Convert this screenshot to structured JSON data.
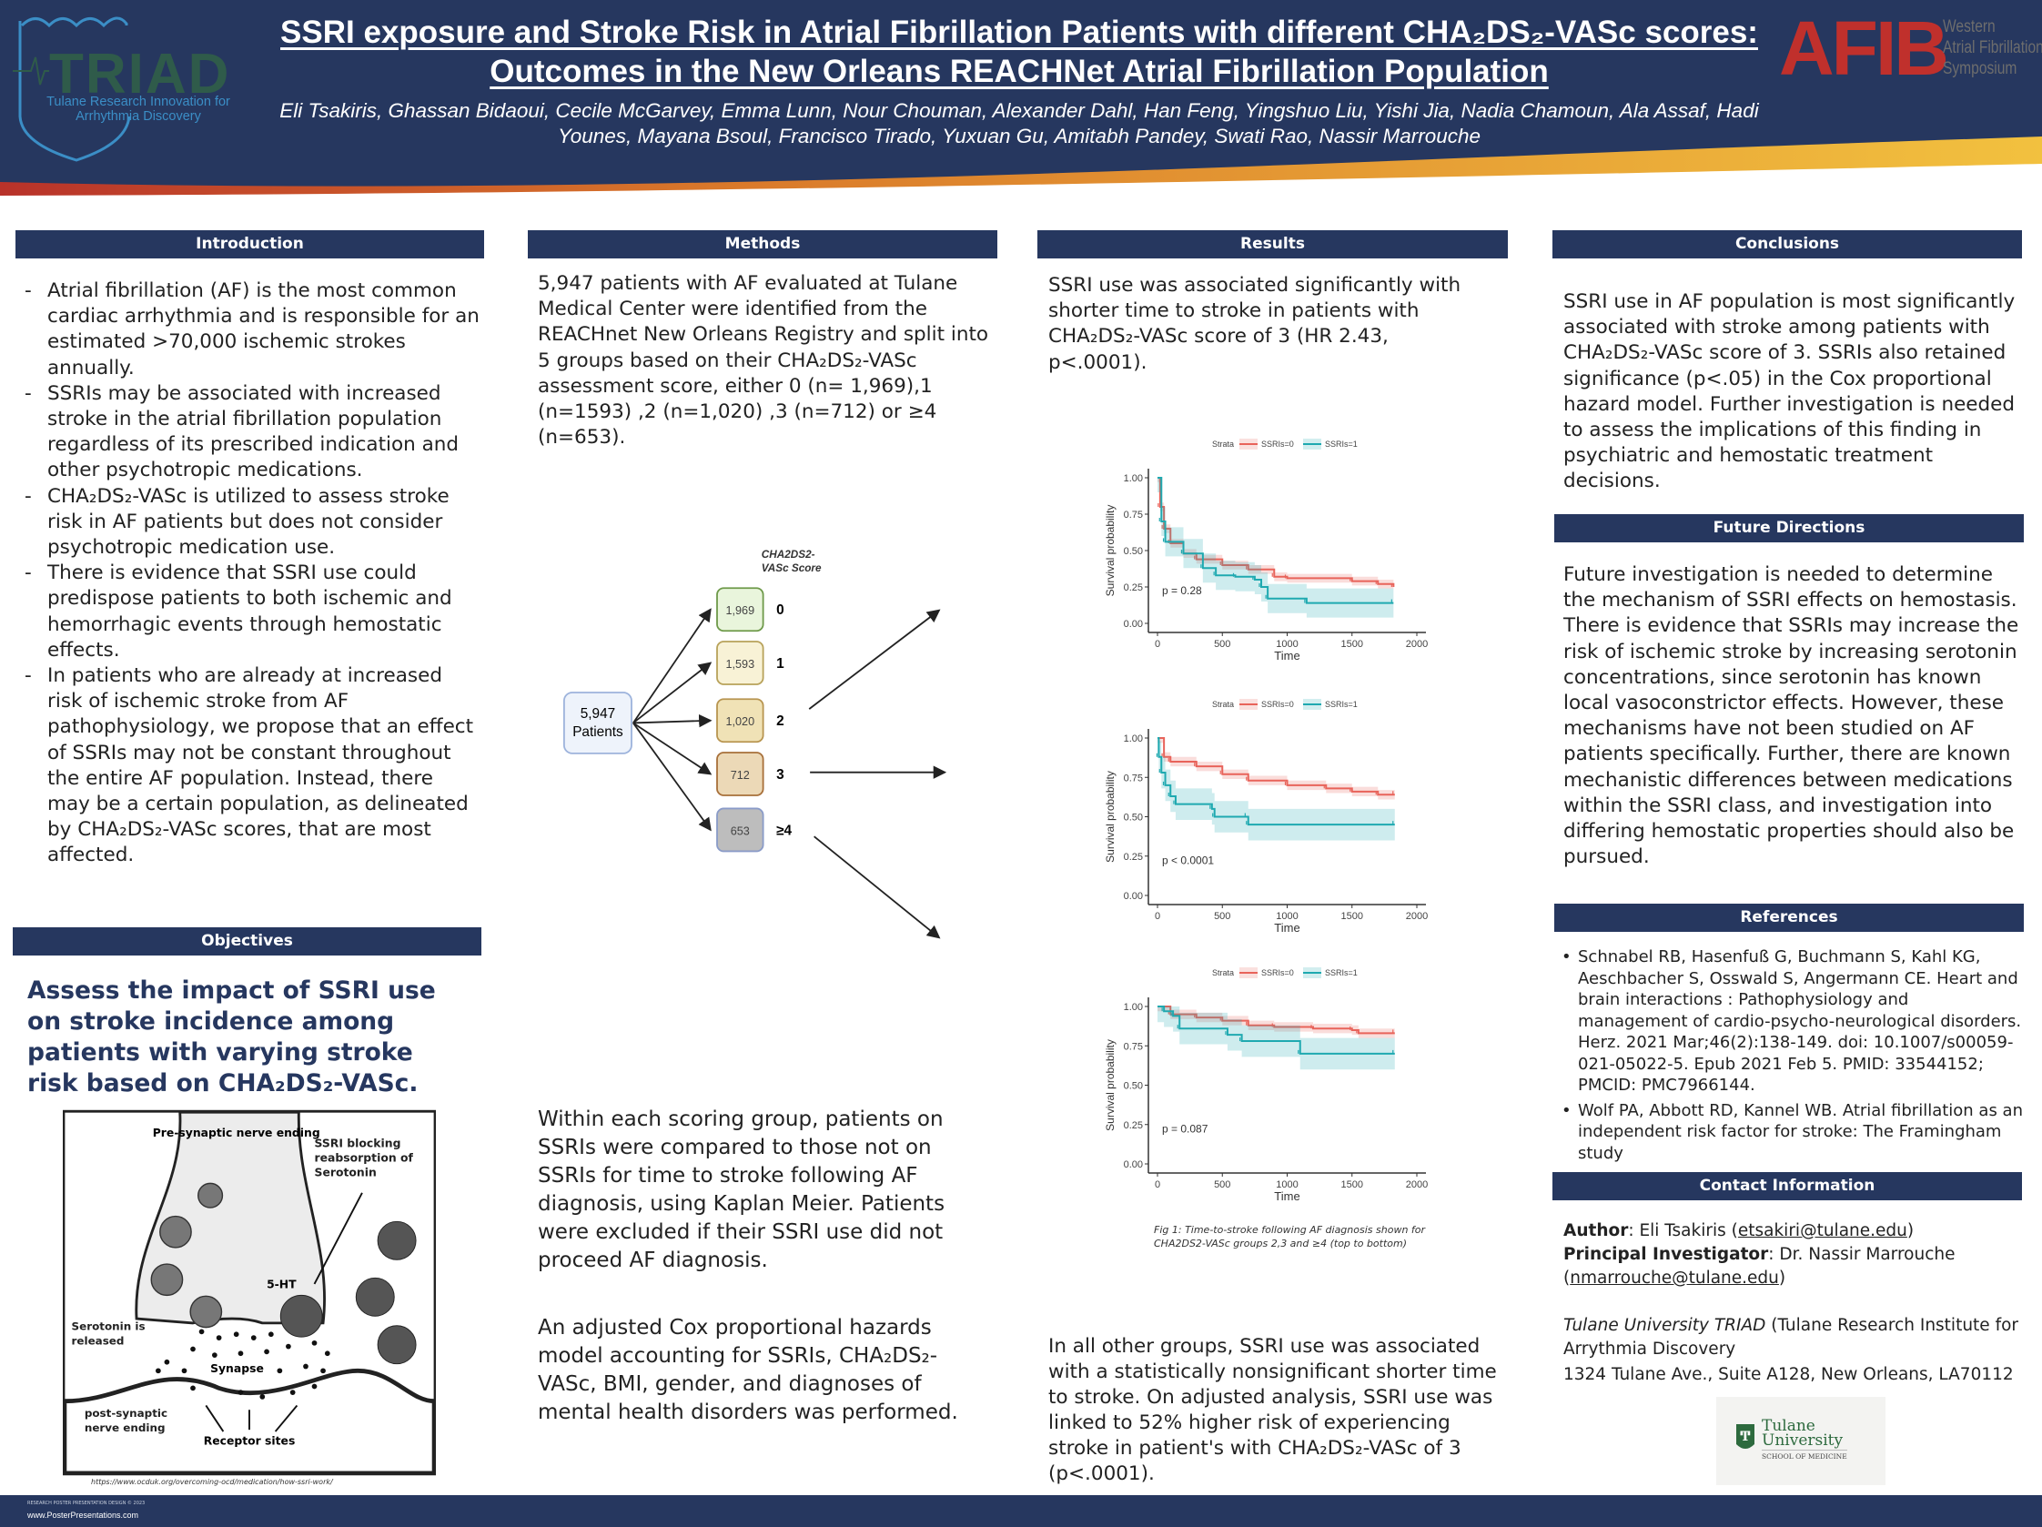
{
  "header": {
    "title": "SSRI exposure and Stroke Risk in Atrial Fibrillation Patients with different CHA₂DS₂-VASc scores: Outcomes in the New Orleans REACHNet Atrial Fibrillation Population",
    "authors": "Eli Tsakiris, Ghassan Bidaoui, Cecile McGarvey, Emma Lunn, Nour Chouman, Alexander Dahl, Han Feng, Yingshuo Liu, Yishi Jia, Nadia Chamoun, Ala Assaf, Hadi Younes, Mayana Bsoul, Francisco Tirado, Yuxuan Gu, Amitabh Pandey, Swati Rao, Nassir Marrouche",
    "left_logo": {
      "text": "TRIAD",
      "subtitle": "Tulane Research Innovation for Arrhythmia Discovery"
    },
    "right_logo": {
      "text": "AFIB",
      "subtitle_lines": [
        "Western",
        "Atrial Fibrillation",
        "Symposium"
      ]
    },
    "colors": {
      "navy": "#26375f",
      "orange": "#d9782a",
      "yellow": "#f2c13f",
      "afib_red": "#c0302c"
    }
  },
  "introduction": {
    "heading": "Introduction",
    "bullets": [
      "Atrial fibrillation (AF) is the most common cardiac arrhythmia and is responsible for an estimated >70,000 ischemic strokes annually.",
      "SSRIs may be associated with increased stroke in the atrial fibrillation population regardless of its prescribed indication and other psychotropic medications.",
      "CHA₂DS₂-VASc is utilized to assess stroke risk in AF patients but does not consider psychotropic medication use.",
      "There is evidence that SSRI use could predispose patients to both ischemic and hemorrhagic events through hemostatic effects.",
      "In patients who are already at increased risk of ischemic stroke from AF pathophysiology, we propose that an effect of SSRIs may not be constant throughout the entire AF population. Instead, there may be a certain population, as delineated by CHA₂DS₂-VASc scores, that are most affected."
    ]
  },
  "objectives": {
    "heading": "Objectives",
    "text": "Assess the impact of SSRI use on stroke incidence among patients with varying stroke risk based on CHA₂DS₂-VASc.",
    "figure": {
      "labels": {
        "presynaptic": "Pre-synaptic nerve ending",
        "ssri_blocking": "SSRI blocking reabsorption of Serotonin",
        "five_ht": "5-HT",
        "serotonin_released": "Serotonin is released",
        "synapse": "Synapse",
        "postsynaptic": "post-synaptic nerve ending",
        "receptor_sites": "Receptor sites"
      },
      "source": "https://www.ocduk.org/overcoming-ocd/medication/how-ssri-work/"
    }
  },
  "methods": {
    "heading": "Methods",
    "paragraph1": "5,947 patients with AF evaluated at Tulane Medical Center were identified from the REACHnet New Orleans Registry and split into 5 groups based on their CHA₂DS₂-VASc assessment score, either 0 (n= 1,969),1 (n=1593) ,2 (n=1,020) ,3 (n=712) or ≥4 (n=653).",
    "diagram": {
      "source_box": {
        "count": "5,947",
        "label": "Patients"
      },
      "score_title": "CHA2DS2- VASc Score",
      "groups": [
        {
          "count": "1,969",
          "score": "0",
          "color": "#e9f5dc",
          "border": "#6e9a4a"
        },
        {
          "count": "1,593",
          "score": "1",
          "color": "#f8f2d6",
          "border": "#b8a25a"
        },
        {
          "count": "1,020",
          "score": "2",
          "color": "#f0e2b6",
          "border": "#b89550"
        },
        {
          "count": "712",
          "score": "3",
          "color": "#ecd9b7",
          "border": "#a8703a"
        },
        {
          "count": "653",
          "score": "≥4",
          "color": "#bdbdbd",
          "border": "#8a9bc8"
        }
      ]
    },
    "paragraph2": "Within each scoring group, patients on SSRIs were compared to those not on SSRIs for time to stroke following AF diagnosis, using Kaplan Meier. Patients were excluded if their SSRI use did not proceed AF diagnosis.",
    "paragraph3": "An adjusted Cox proportional hazards model accounting for SSRIs, CHA₂DS₂-VASc, BMI, gender, and diagnoses of mental health disorders was performed."
  },
  "results": {
    "heading": "Results",
    "paragraph1": "SSRI use was associated significantly with shorter time to stroke in patients with CHA₂DS₂-VASc score of 3 (HR 2.43, p<.0001).",
    "figure_caption": "Fig 1: Time-to-stroke following AF diagnosis shown for CHA2DS2-VASc groups 2,3 and  ≥4 (top to bottom)",
    "paragraph2": "In all other groups, SSRI use was associated with a statistically nonsignificant shorter time to stroke. On adjusted analysis, SSRI use was linked to 52% higher risk of experiencing stroke in patient's with CHA₂DS₂-VASc of 3  (p<.0001)."
  },
  "chart_data": [
    {
      "type": "line",
      "step": true,
      "legend_title": "Strata",
      "legend_position": "top",
      "xlabel": "Time",
      "ylabel": "Survival probability",
      "xlim": [
        0,
        2000
      ],
      "ylim": [
        0,
        1
      ],
      "xticks": [
        "0",
        "500",
        "1000",
        "1500",
        "2000"
      ],
      "yticks": [
        "0.00",
        "0.25",
        "0.50",
        "0.75",
        "1.00"
      ],
      "annotation": "p = 0.28",
      "grid": false,
      "series": [
        {
          "name": "SSRIs=0",
          "color": "#e8635a",
          "x": [
            0,
            20,
            50,
            100,
            200,
            300,
            500,
            700,
            900,
            1000,
            1500,
            1700,
            1820
          ],
          "y": [
            1.0,
            0.8,
            0.65,
            0.55,
            0.48,
            0.44,
            0.4,
            0.37,
            0.32,
            0.31,
            0.29,
            0.27,
            0.25
          ]
        },
        {
          "name": "SSRIs=1",
          "color": "#1fa9b0",
          "x": [
            0,
            30,
            60,
            200,
            350,
            450,
            600,
            750,
            800,
            850,
            1150,
            1820
          ],
          "y": [
            1.0,
            0.7,
            0.56,
            0.48,
            0.38,
            0.33,
            0.32,
            0.3,
            0.25,
            0.17,
            0.14,
            0.14
          ]
        }
      ]
    },
    {
      "type": "line",
      "step": true,
      "legend_title": "Strata",
      "legend_position": "top",
      "xlabel": "Time",
      "ylabel": "Survival probability",
      "xlim": [
        0,
        2000
      ],
      "ylim": [
        0,
        1
      ],
      "xticks": [
        "0",
        "500",
        "1000",
        "1500",
        "2000"
      ],
      "yticks": [
        "0.00",
        "0.25",
        "0.50",
        "0.75",
        "1.00"
      ],
      "annotation": "p < 0.0001",
      "grid": false,
      "series": [
        {
          "name": "SSRIs=0",
          "color": "#e8635a",
          "x": [
            0,
            50,
            100,
            300,
            500,
            700,
            1000,
            1300,
            1500,
            1700,
            1830
          ],
          "y": [
            1.0,
            0.88,
            0.85,
            0.82,
            0.77,
            0.73,
            0.7,
            0.68,
            0.66,
            0.64,
            0.64
          ]
        },
        {
          "name": "SSRIs=1",
          "color": "#1fa9b0",
          "x": [
            0,
            10,
            30,
            60,
            100,
            140,
            420,
            440,
            690,
            700,
            1830
          ],
          "y": [
            1.0,
            0.88,
            0.78,
            0.7,
            0.63,
            0.58,
            0.55,
            0.5,
            0.5,
            0.45,
            0.45
          ]
        }
      ]
    },
    {
      "type": "line",
      "step": true,
      "legend_title": "Strata",
      "legend_position": "top",
      "xlabel": "Time",
      "ylabel": "Survival probability",
      "xlim": [
        0,
        2000
      ],
      "ylim": [
        0,
        1
      ],
      "xticks": [
        "0",
        "500",
        "1000",
        "1500",
        "2000"
      ],
      "yticks": [
        "0.00",
        "0.25",
        "0.50",
        "0.75",
        "1.00"
      ],
      "annotation": "p = 0.087",
      "grid": false,
      "series": [
        {
          "name": "SSRIs=0",
          "color": "#e8635a",
          "x": [
            0,
            100,
            300,
            500,
            700,
            900,
            1200,
            1500,
            1550,
            1830
          ],
          "y": [
            1.0,
            0.95,
            0.93,
            0.91,
            0.88,
            0.87,
            0.86,
            0.85,
            0.83,
            0.83
          ]
        },
        {
          "name": "SSRIs=1",
          "color": "#1fa9b0",
          "x": [
            0,
            50,
            120,
            170,
            540,
            650,
            1100,
            1830
          ],
          "y": [
            1.0,
            0.97,
            0.94,
            0.86,
            0.82,
            0.78,
            0.7,
            0.7
          ]
        }
      ]
    }
  ],
  "conclusions": {
    "heading": "Conclusions",
    "text": "SSRI use in AF population is most significantly associated with stroke among patients with CHA₂DS₂-VASc score of 3. SSRIs also retained significance (p<.05) in the Cox proportional hazard model. Further investigation is needed to assess the implications of this finding in psychiatric and hemostatic treatment decisions."
  },
  "future_directions": {
    "heading": "Future Directions",
    "text": "Future investigation is needed to determine the mechanism of SSRI effects on hemostasis. There is evidence that SSRIs may increase the risk of ischemic stroke by increasing serotonin concentrations, since serotonin has known local vasoconstrictor effects. However, these mechanisms have not been studied on AF patients specifically. Further, there are known mechanistic differences between medications within the SSRI class, and investigation into differing hemostatic properties should also be pursued."
  },
  "references": {
    "heading": "References",
    "items": [
      "Schnabel RB, Hasenfuß G, Buchmann S, Kahl KG, Aeschbacher S, Osswald S, Angermann CE. Heart and brain interactions : Pathophysiology and management of cardio-psycho-neurological disorders. Herz. 2021 Mar;46(2):138-149. doi: 10.1007/s00059-021-05022-5. Epub 2021 Feb 5. PMID: 33544152; PMCID: PMC7966144.",
      "Wolf PA, Abbott RD, Kannel WB. Atrial fibrillation as an independent risk factor for stroke: The Framingham study"
    ]
  },
  "contact": {
    "heading": "Contact Information",
    "author_label": "Author",
    "author_name": ": Eli Tsakiris (",
    "author_email": "etsakiri@tulane.edu",
    "pi_label": "Principal Investigator",
    "pi_name": ": Dr. Nassir Marrouche",
    "pi_email": "nmarrouche@tulane.edu",
    "institution_italic": "Tulane University TRIAD",
    "institution_rest": " (Tulane Research Institute for Arrythmia Discovery",
    "address": "1324 Tulane Ave., Suite A128, New Orleans, LA70112",
    "logo": {
      "line1": "Tulane",
      "line2": "University",
      "line3": "SCHOOL OF MEDICINE"
    }
  },
  "footer": {
    "small": "RESEARCH POSTER PRESENTATION DESIGN © 2023",
    "link": "www.PosterPresentations.com"
  }
}
